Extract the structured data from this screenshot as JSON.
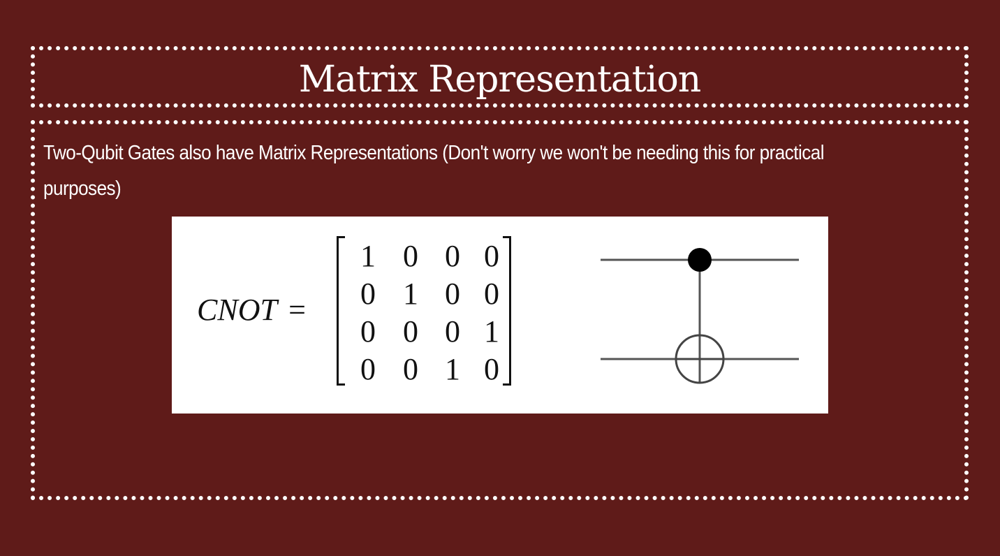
{
  "slide": {
    "title": "Matrix Representation",
    "body": "Two-Qubit Gates also have Matrix Representations (Don't worry we won't be needing this for practical purposes)"
  },
  "figure": {
    "label": "CNOT",
    "equals": "=",
    "matrix": [
      [
        "1",
        "0",
        "0",
        "0"
      ],
      [
        "0",
        "1",
        "0",
        "0"
      ],
      [
        "0",
        "0",
        "0",
        "1"
      ],
      [
        "0",
        "0",
        "1",
        "0"
      ]
    ],
    "circuit_icon": "cnot-gate-diagram"
  },
  "colors": {
    "background": "#5f1b19",
    "text": "#ffffff",
    "border": "#ffffff",
    "figure_bg": "#ffffff",
    "ink": "#111111"
  }
}
